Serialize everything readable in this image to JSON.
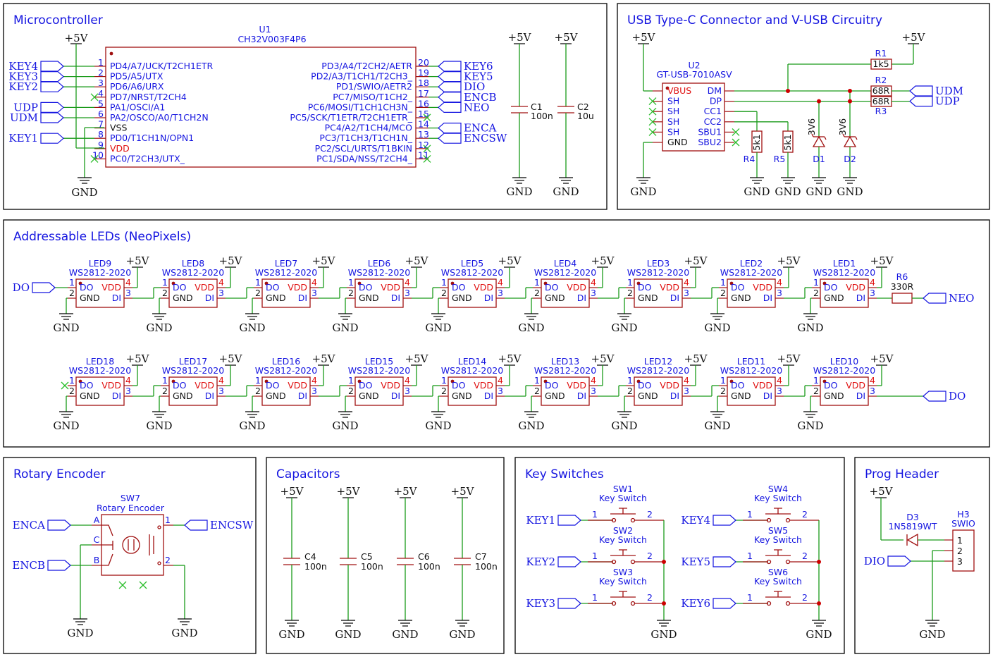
{
  "sections": {
    "mcu": "Microcontroller",
    "usb": "USB Type-C Connector and V-USB Circuitry",
    "leds": "Addressable LEDs (NeoPixels)",
    "encoder": "Rotary Encoder",
    "caps": "Capacitors",
    "keys": "Key Switches",
    "prog": "Prog Header"
  },
  "power": {
    "vcc": "+5V",
    "gnd": "GND"
  },
  "mcu": {
    "ref": "U1",
    "part": "CH32V003F4P6",
    "left_pins": [
      {
        "num": "1",
        "name": "PD4/A7/UCK/T2CH1ETR"
      },
      {
        "num": "2",
        "name": "PD5/A5/UTX"
      },
      {
        "num": "3",
        "name": "PD6/A6/URX"
      },
      {
        "num": "4",
        "name": "PD7/NRST/T2CH4"
      },
      {
        "num": "5",
        "name": "PA1/OSCI/A1"
      },
      {
        "num": "6",
        "name": "PA2/OSCO/A0/T1CH2N"
      },
      {
        "num": "7",
        "name": "VSS"
      },
      {
        "num": "8",
        "name": "PD0/T1CH1N/OPN1"
      },
      {
        "num": "9",
        "name": "VDD"
      },
      {
        "num": "10",
        "name": "PC0/T2CH3/UTX_"
      }
    ],
    "right_pins": [
      {
        "num": "20",
        "name": "PD3/A4/T2CH2/AETR"
      },
      {
        "num": "19",
        "name": "PD2/A3/T1CH1/T2CH3_"
      },
      {
        "num": "18",
        "name": "PD1/SWIO/AETR2"
      },
      {
        "num": "17",
        "name": "PC7/MISO/T1CH2_"
      },
      {
        "num": "16",
        "name": "PC6/MOSI/T1CH1CH3N_"
      },
      {
        "num": "15",
        "name": "PC5/SCK/T1ETR/T2CH1ETR_"
      },
      {
        "num": "14",
        "name": "PC4/A2/T1CH4/MCO"
      },
      {
        "num": "13",
        "name": "PC3/T1CH3/T1CH1N_"
      },
      {
        "num": "12",
        "name": "PC2/SCL/URTS/T1BKIN"
      },
      {
        "num": "11",
        "name": "PC1/SDA/NSS/T2CH4_"
      }
    ],
    "left_nets": [
      "KEY4",
      "KEY3",
      "KEY2",
      "UDP",
      "UDM",
      "KEY1"
    ],
    "right_nets": [
      "KEY6",
      "KEY5",
      "DIO",
      "ENCB",
      "NEO",
      "ENCA",
      "ENCSW"
    ],
    "caps": [
      {
        "ref": "C1",
        "value": "100n"
      },
      {
        "ref": "C2",
        "value": "10u"
      }
    ]
  },
  "usb": {
    "ref": "U2",
    "part": "GT-USB-7010ASV",
    "left_pins": [
      "VBUS",
      "SH",
      "SH",
      "SH",
      "SH",
      "GND"
    ],
    "right_pins": [
      "DM",
      "DP",
      "CC1",
      "CC2",
      "SBU1",
      "SBU2"
    ],
    "r1": {
      "ref": "R1",
      "value": "1k5"
    },
    "r2": {
      "ref": "R2",
      "value": "68R"
    },
    "r3": {
      "ref": "R3",
      "value": "68R"
    },
    "r4": {
      "ref": "R4",
      "value": "5k1"
    },
    "r5": {
      "ref": "R5",
      "value": "5k1"
    },
    "d1": {
      "ref": "D1",
      "value": "3V6"
    },
    "d2": {
      "ref": "D2",
      "value": "3V6"
    },
    "nets": [
      "UDM",
      "UDP"
    ]
  },
  "leds": {
    "part": "WS2812-2020",
    "pins": {
      "do": "DO",
      "vdd": "VDD",
      "gnd": "GND",
      "di": "DI"
    },
    "pin_nums": {
      "do": "1",
      "gnd": "2",
      "di": "3",
      "vdd": "4"
    },
    "row1": [
      "LED9",
      "LED8",
      "LED7",
      "LED6",
      "LED5",
      "LED4",
      "LED3",
      "LED2",
      "LED1"
    ],
    "row2": [
      "LED18",
      "LED17",
      "LED16",
      "LED15",
      "LED14",
      "LED13",
      "LED12",
      "LED11",
      "LED10"
    ],
    "r6": {
      "ref": "R6",
      "value": "330R"
    },
    "nets": {
      "do": "DO",
      "neo": "NEO"
    }
  },
  "encoder": {
    "ref": "SW7",
    "part": "Rotary Encoder",
    "pins": [
      "A",
      "C",
      "B",
      "1",
      "2"
    ],
    "nets": [
      "ENCA",
      "ENCB",
      "ENCSW"
    ]
  },
  "caps": [
    {
      "ref": "C4",
      "value": "100n"
    },
    {
      "ref": "C5",
      "value": "100n"
    },
    {
      "ref": "C6",
      "value": "100n"
    },
    {
      "ref": "C7",
      "value": "100n"
    }
  ],
  "keys": {
    "part": "Key Switch",
    "switches": [
      {
        "ref": "SW1",
        "net": "KEY1"
      },
      {
        "ref": "SW2",
        "net": "KEY2"
      },
      {
        "ref": "SW3",
        "net": "KEY3"
      },
      {
        "ref": "SW4",
        "net": "KEY4"
      },
      {
        "ref": "SW5",
        "net": "KEY5"
      },
      {
        "ref": "SW6",
        "net": "KEY6"
      }
    ],
    "pins": [
      "1",
      "2"
    ]
  },
  "prog": {
    "diode": {
      "ref": "D3",
      "value": "1N5819WT"
    },
    "header": {
      "ref": "H3",
      "value": "SWIO"
    },
    "pins": [
      "1",
      "2",
      "3"
    ],
    "net": "DIO"
  }
}
